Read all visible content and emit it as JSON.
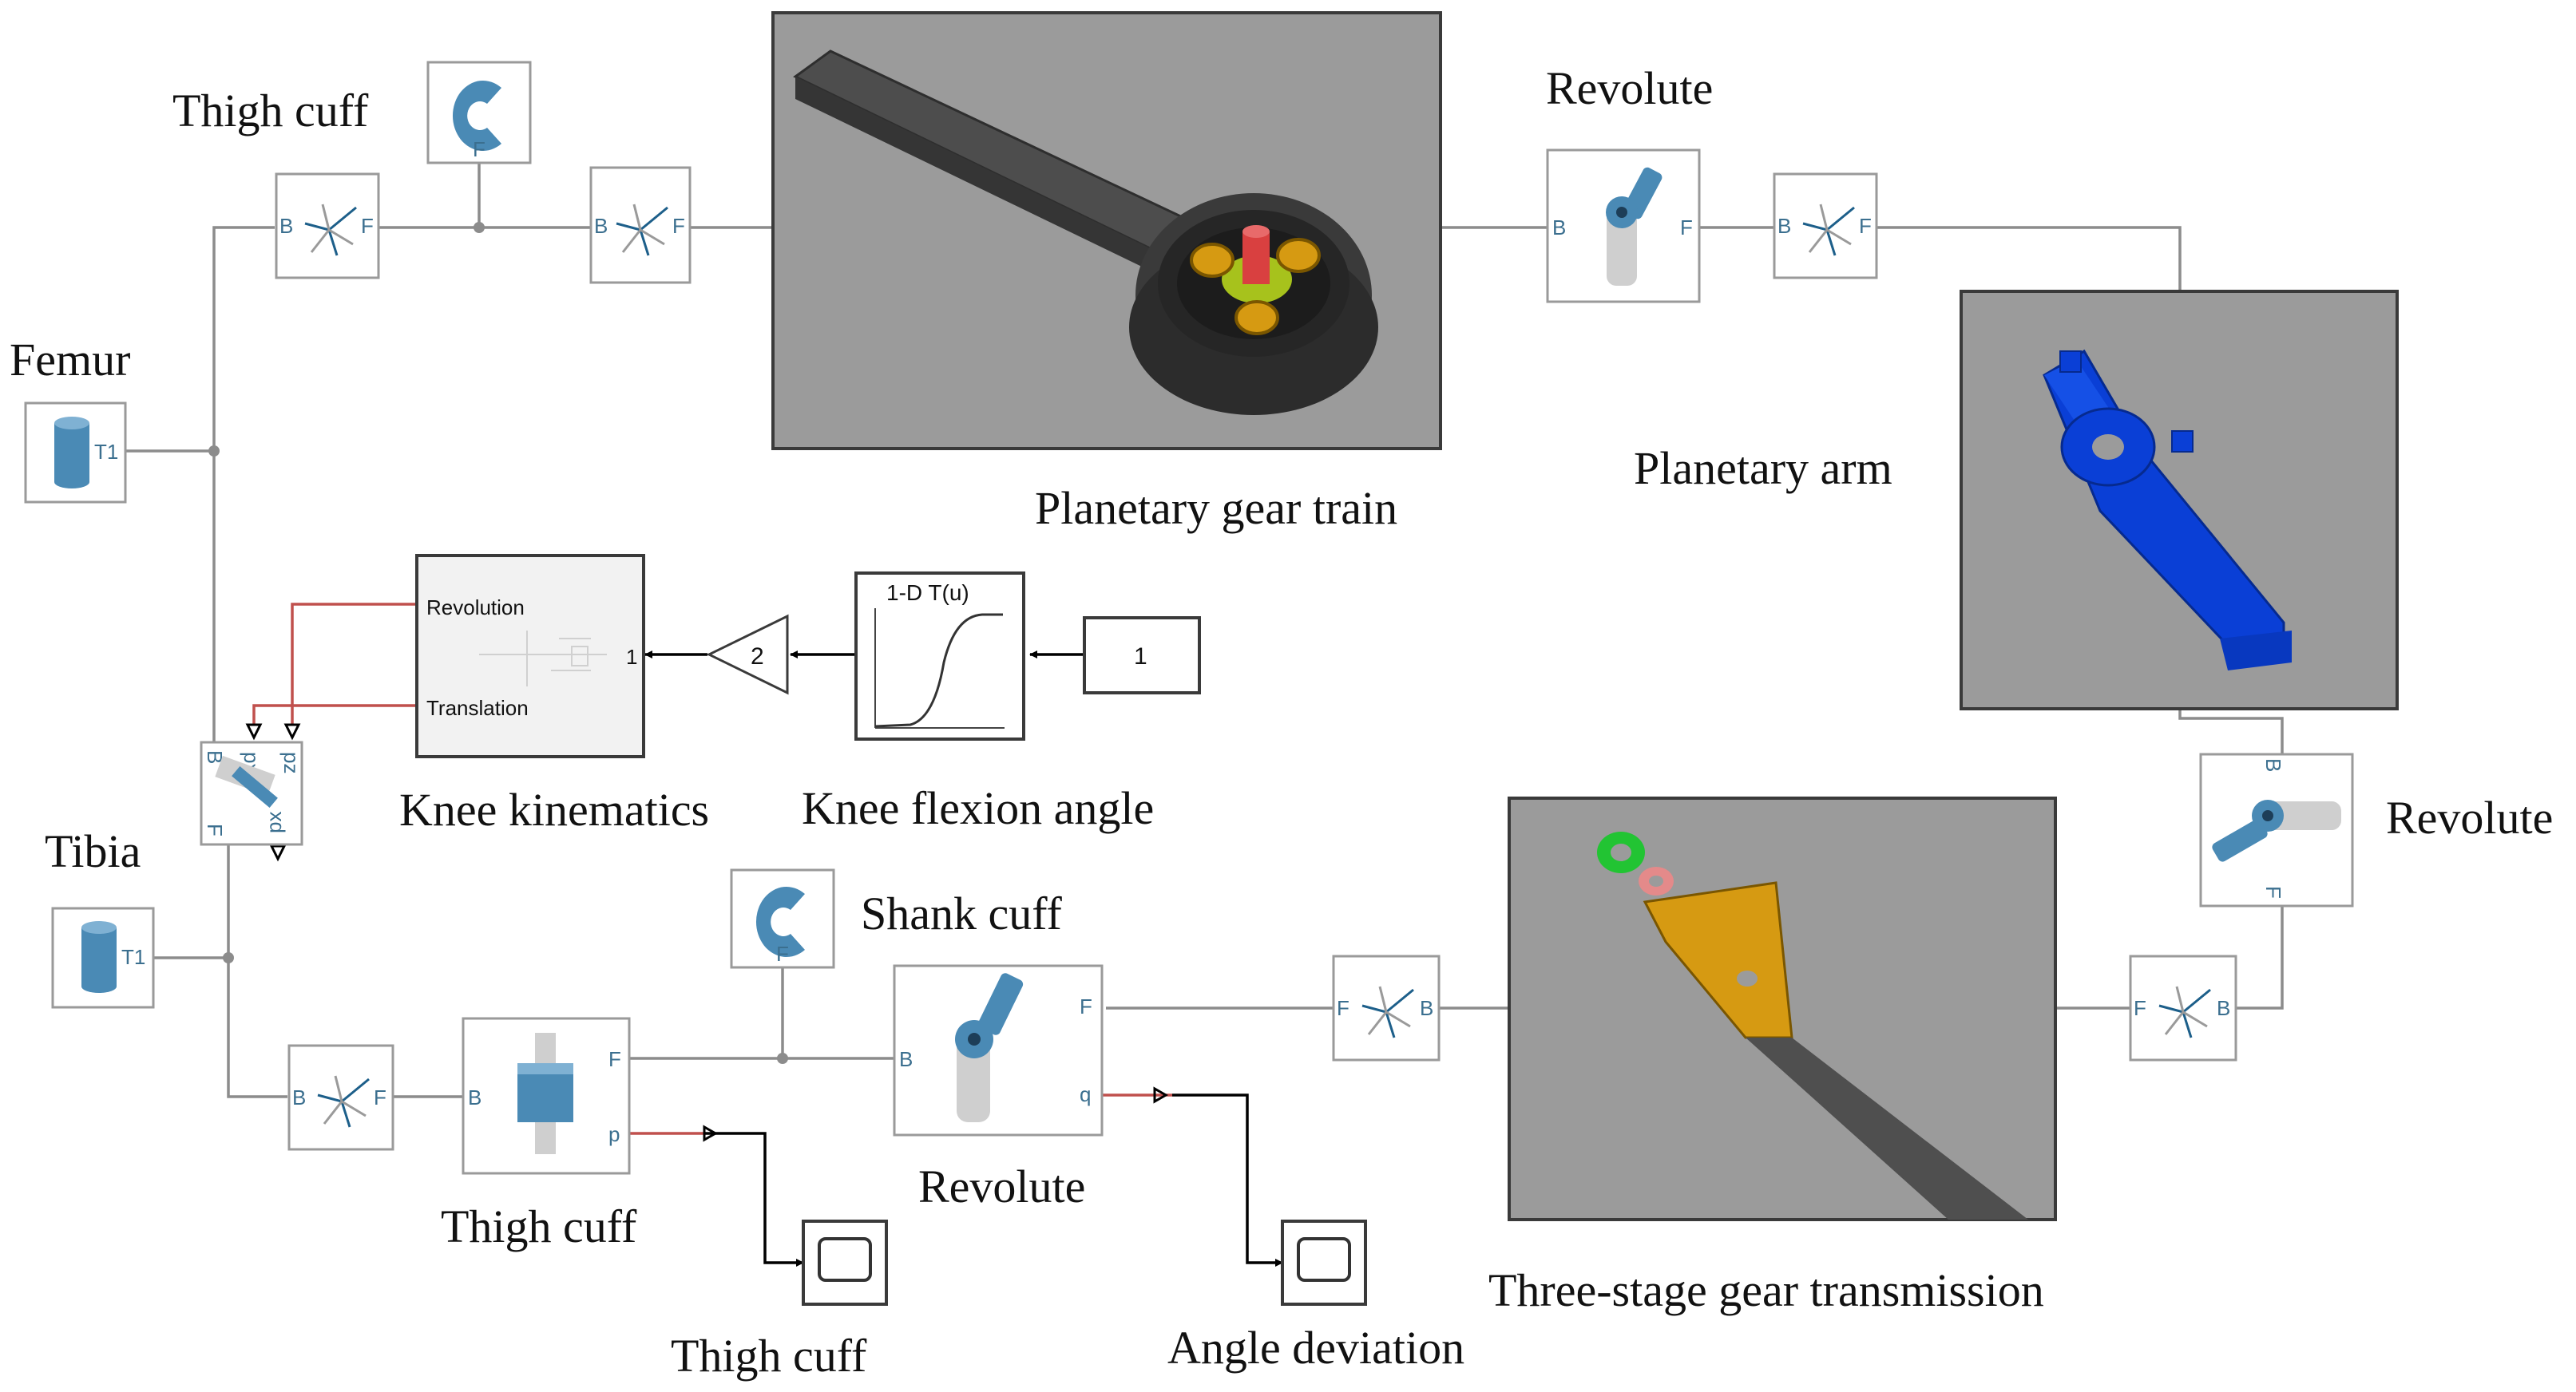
{
  "labels": {
    "thigh_cuff_top": "Thigh cuff",
    "femur": "Femur",
    "tibia": "Tibia",
    "revolute_top": "Revolute",
    "planetary_gear_train": "Planetary gear train",
    "planetary_arm": "Planetary arm",
    "revolute_right": "Revolute",
    "knee_kinematics": "Knee kinematics",
    "knee_flexion_angle": "Knee flexion angle",
    "shank_cuff": "Shank cuff",
    "revolute_bottom": "Revolute",
    "thigh_cuff_prismatic": "Thigh cuff",
    "thigh_cuff_scope": "Thigh cuff",
    "angle_deviation": "Angle deviation",
    "three_stage_gear": "Three-stage gear transmission"
  },
  "blocks": {
    "subsystem_in_revolution": "Revolution",
    "subsystem_in_translation": "Translation",
    "subsystem_out": "1",
    "gain_value": "2",
    "lookup_title": "1-D T(u)",
    "constant_value": "1",
    "solid_port": "T1",
    "frame_b": "B",
    "frame_f": "F",
    "port_p": "p",
    "port_q": "q",
    "port_px": "px",
    "port_pz": "pz"
  },
  "colors": {
    "wire": "#8c8c8c",
    "signal": "#c0504d",
    "panel": "#9b9b9b",
    "port_text": "#3b6f8f",
    "cad_part": "#444444",
    "arm_blue": "#0a3fd6",
    "gear_orange": "#d69a12"
  }
}
